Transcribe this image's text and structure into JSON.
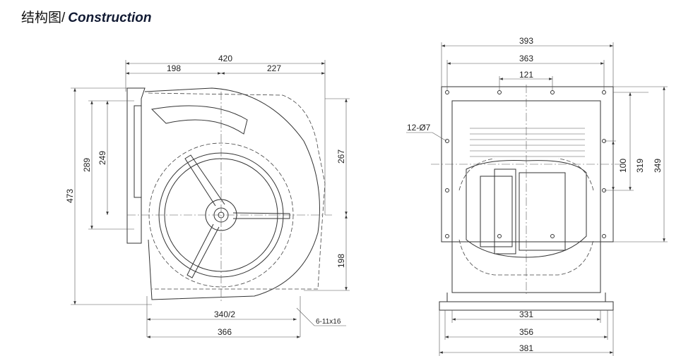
{
  "title": {
    "cn": "结构图/",
    "en": "Construction"
  },
  "side_view": {
    "dims": {
      "width_total": "420",
      "left_offset": "198",
      "right_offset": "227",
      "height_total": "473",
      "outlet_h1": "289",
      "outlet_h2": "249",
      "top_to_center": "267",
      "center_to_bottom": "198",
      "base_half": "340/2",
      "base_width": "366",
      "holes": "6-11x16"
    }
  },
  "front_view": {
    "dims": {
      "flange_outer": "393",
      "flange_holes": "363",
      "center_holes": "121",
      "hole_spec": "12-Ø7",
      "h100": "100",
      "h319": "319",
      "h349": "349",
      "base_inner": "331",
      "base_mid": "356",
      "base_outer": "381"
    }
  }
}
